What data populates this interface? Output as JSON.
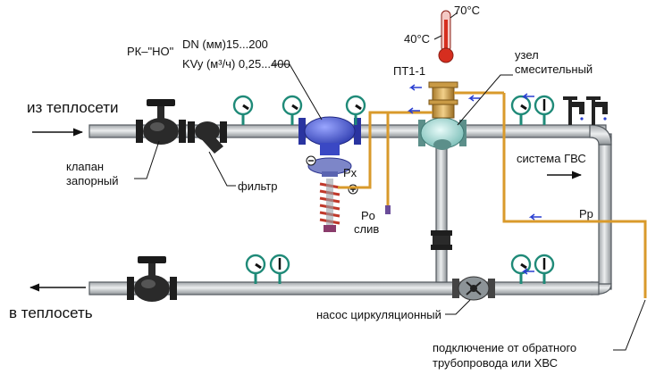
{
  "labels": {
    "from_network": "из теплосети",
    "to_network": "в теплосеть",
    "shutoff_valve_line1": "клапан",
    "shutoff_valve_line2": "запорный",
    "filter": "фильтр",
    "regulator_name": "РК–\"НО\"",
    "regulator_dn": "DN (мм)15...200",
    "regulator_kvy": "KVy (м³/ч) 0,25...400",
    "px": "Px",
    "po": "Po",
    "drain": "слив",
    "pt": "ПТ1-1",
    "mixing_unit_line1": "узел",
    "mixing_unit_line2": "смесительный",
    "dhw_system": "система ГВС",
    "pp": "Pр",
    "pump": "насос циркуляционный",
    "connection_line1": "подключение от обратного",
    "connection_line2": "трубопровода или ХВС",
    "temp_high": "70°C",
    "temp_low": "40°C"
  },
  "colors": {
    "pipe_fill": "#c9ccce",
    "pipe_stroke": "#555b60",
    "impulse_tube": "#d99a2b",
    "gauge_green": "#1f8a78",
    "valve_dark": "#222222",
    "regulator_blue": "#4a5bd6",
    "spring_red": "#c0392b",
    "thermometer_red": "#d62e1f",
    "flow_arrow_blue": "#2a3fd1"
  },
  "icons": [
    "pressure-gauge-icon",
    "thermometer-gauge-icon",
    "faucet-icon",
    "thermometer-icon",
    "flow-arrow-icon"
  ]
}
